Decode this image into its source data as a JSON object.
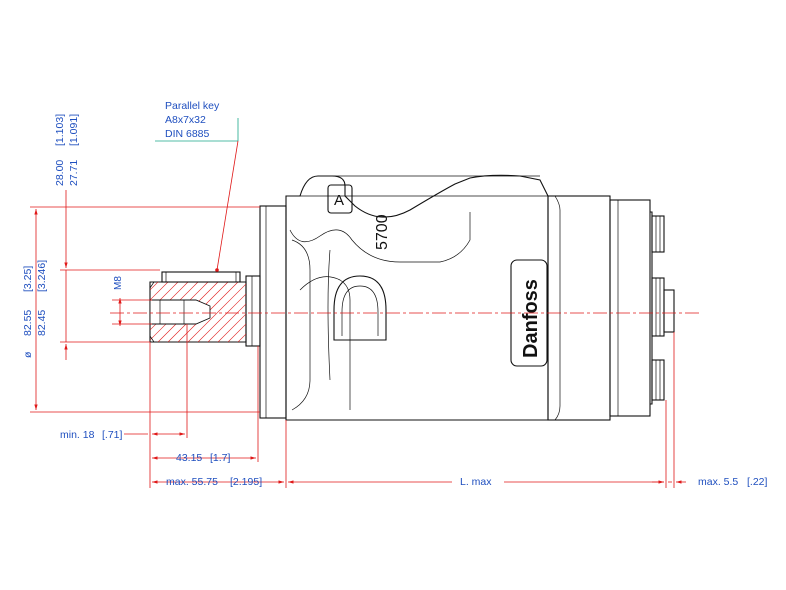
{
  "key_note": {
    "line1": "Parallel key",
    "line2": "A8x7x32",
    "line3": "DIN 6885"
  },
  "dims": {
    "shaft_len_max": "28.00",
    "shaft_len_max_in": "[1.103]",
    "shaft_len_min": "27.71",
    "shaft_len_min_in": "[1.091]",
    "dia_symbol": "ø",
    "pilot_dia_max": "82.55",
    "pilot_dia_max_in": "[3.25]",
    "pilot_dia_min": "82.45",
    "pilot_dia_min_in": "[3.246]",
    "thread": "M8",
    "thread_depth": "min. 18",
    "thread_depth_in": "[.71]",
    "shaft_ext": "43.15",
    "shaft_ext_in": "[1.7]",
    "front_max": "max. 55.75",
    "front_max_in": "[2.195]",
    "body_len": "L. max",
    "rear_max": "max. 5.5",
    "rear_max_in": "[.22]"
  },
  "product": {
    "brand": "Danfoss",
    "model": "5700",
    "port": "A"
  },
  "colors": {
    "dimension_text": "#1f4fbf",
    "dimension_lines": "#e01818",
    "outline": "#111111",
    "key_leader": "#1aa88a"
  }
}
